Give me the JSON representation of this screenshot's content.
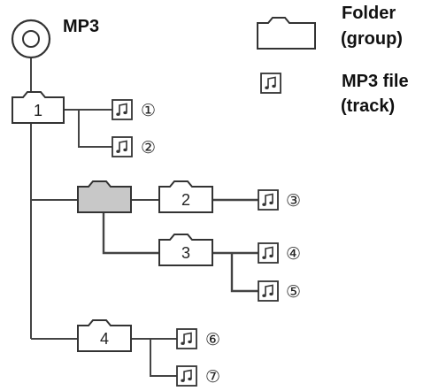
{
  "title": "MP3",
  "legend": {
    "folder_line1": "Folder",
    "folder_line2": "(group)",
    "file_line1": "MP3 file",
    "file_line2": "(track)"
  },
  "folders": [
    {
      "id": "folder-1",
      "label": "1",
      "highlighted": false
    },
    {
      "id": "folder-unnamed",
      "label": "",
      "highlighted": true
    },
    {
      "id": "folder-2",
      "label": "2",
      "highlighted": false
    },
    {
      "id": "folder-3",
      "label": "3",
      "highlighted": false
    },
    {
      "id": "folder-4",
      "label": "4",
      "highlighted": false
    }
  ],
  "tracks": [
    "①",
    "②",
    "③",
    "④",
    "⑤",
    "⑥",
    "⑦"
  ],
  "icons": {
    "disc": "cd-disc-icon",
    "folder": "folder-icon",
    "file": "music-note-file-icon"
  },
  "colors": {
    "line": "#444444",
    "folder_fill": "#ffffff",
    "folder_highlight": "#c8c8c8"
  }
}
